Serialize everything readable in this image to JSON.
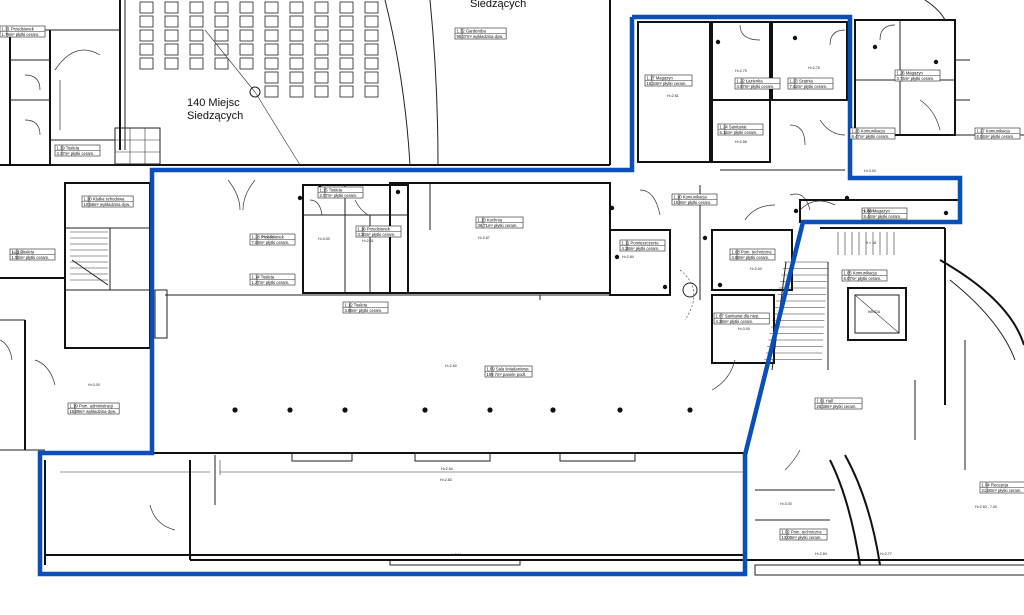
{
  "hall": {
    "seats_line1": "140 Miejsc",
    "seats_line2": "Siedzących",
    "top_partial": "Siedzących"
  },
  "rooms": [
    {
      "id": "r1",
      "name": "1.17 Magazyn",
      "area": "16.34m² płytki ceram."
    },
    {
      "id": "r2",
      "name": "1.22 Łazienka",
      "area": "4.67m² płytki ceram."
    },
    {
      "id": "r3",
      "name": "1.23 Szatnia",
      "area": "7.62m² płytki ceram."
    },
    {
      "id": "r4",
      "name": "1.24 Sanitariat",
      "area": "5.14m² płytki ceram."
    },
    {
      "id": "r5",
      "name": "1.25 Komunikacja",
      "area": "8.47m² płytki ceram."
    },
    {
      "id": "r6",
      "name": "1.26 Magazyn",
      "area": "3.74m² płytki ceram."
    },
    {
      "id": "r7",
      "name": "1.27 Komunikacja",
      "area": "6.04m² płytki ceram."
    },
    {
      "id": "r8",
      "name": "1.28 Przedsionek",
      "area": "7.09m² płytki ceram."
    },
    {
      "id": "r9",
      "name": "1.14 Toaleta",
      "area": "1.27m² płytki ceram."
    },
    {
      "id": "r10",
      "name": "1.15 Toaleta",
      "area": "2.07m² płytki ceram."
    },
    {
      "id": "r11",
      "name": "1.16 Przedsionek",
      "area": "3.30m² płytki ceram."
    },
    {
      "id": "r12",
      "name": "1.12 Toaleta",
      "area": "3.86m² płytki ceram."
    },
    {
      "id": "r13",
      "name": "1.13 Kuchnia",
      "area": "36.71m² płytki ceram."
    },
    {
      "id": "r14",
      "name": "1.11 Pomieszczenie",
      "area": "4.28m² płytki ceram."
    },
    {
      "id": "r15",
      "name": "1.10 Komunikacja",
      "area": "10.8m² płytki ceram."
    },
    {
      "id": "r16",
      "name": "1.08 Pom. techniczne",
      "area": "4.88m² płytki ceram."
    },
    {
      "id": "r17",
      "name": "1.06 Magazyn",
      "area": "8.44m² płytki ceram."
    },
    {
      "id": "r18",
      "name": "1.07 Sanitariat dla niep.",
      "area": "4.39m² płytki ceram."
    },
    {
      "id": "r19",
      "name": "1.05 Komunikacja",
      "area": "6.07m² płytki ceram."
    },
    {
      "id": "r20",
      "name": "1.09 Sala śniadaniowa",
      "area": "199.7m² panele podł."
    },
    {
      "id": "r21",
      "name": "1.01 Hall",
      "area": "28.38m² płytki ceram."
    },
    {
      "id": "r22",
      "name": "1.02 Pom. techniczne",
      "area": "13.08m² płytki ceram."
    },
    {
      "id": "r23",
      "name": "1.04 Recepcja",
      "area": "21.80m² płytki ceram."
    },
    {
      "id": "r24",
      "name": "1.20 Klatka schodowa",
      "area": "10.58m² wykładzina dyw."
    },
    {
      "id": "r25",
      "name": "1.21 Toaleta",
      "area": "1.55m² płytki ceram."
    },
    {
      "id": "r26",
      "name": "1.19 Pom. administracji",
      "area": "15.89m² wykładzina dyw."
    },
    {
      "id": "r27",
      "name": "1.29 Toaleta",
      "area": "3.37m² płytki ceram."
    },
    {
      "id": "r28",
      "name": "1.31 Przedsionek",
      "area": "1.79m² płytki ceram."
    },
    {
      "id": "r29",
      "name": "1.32 Garderoba",
      "area": "98.37m² wykładzina dyw."
    }
  ],
  "heights": {
    "h1": "H=2.61",
    "h2": "H=2.75",
    "h3": "H=2.75",
    "h4": "H=2.58",
    "h5": "H=3.00",
    "h6": "H=2.84",
    "h7": "H=2.64",
    "h8": "H=3.00",
    "h9": "H=2.61",
    "h10": "H=2.67",
    "h11": "H=2.84",
    "h12": "H=3.00",
    "h13": "H=3.00",
    "h14": "H=2.97",
    "h15": "H=3.00",
    "h16": "H=2.60",
    "h17": "H=2.84",
    "h18": "H=2.83",
    "h19": "H=2.10",
    "h20": "H=3.00",
    "h21": "H=2.60 - 7.00",
    "h22": "H=2.84",
    "h23": "H=2.77"
  },
  "lift": "WINDA",
  "stair_count": "9 × 18"
}
